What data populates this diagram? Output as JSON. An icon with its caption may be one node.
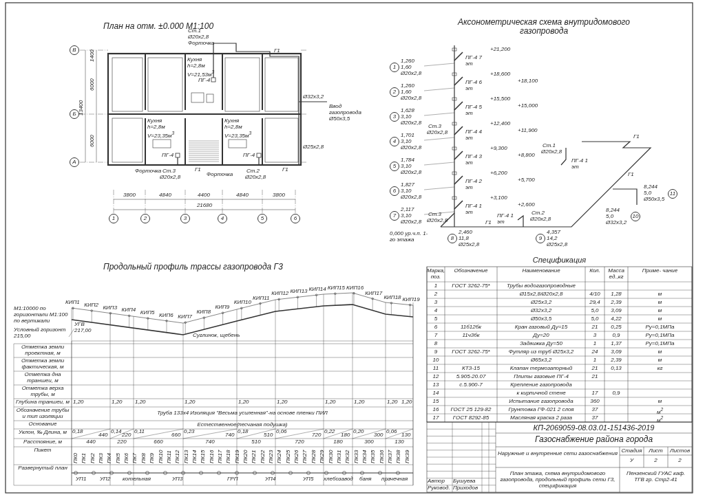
{
  "diagram": {
    "labels": [
      "План на отм. ±0.000 М1:100",
      "Ст.1",
      "Ø20x2,8",
      "Форточка",
      "Кухня h=2,8м V=21,53м$^{3}$",
      "ПГ-4",
      "Ø32x3,2",
      "Ввод газопровода Ø50x3,5",
      "Ø25x2,8",
      "Кухня h=2,8м V=23,35м$^{3}$",
      "ПГ-4",
      "Кухня h=2,8м V=23,35м$^{3}$",
      "ПГ-4",
      "Форточка",
      "Ст.3",
      "Ø20x2,8",
      "Форточка",
      "Ст.2",
      "Ø20x2,8",
      "Г1",
      "Г1",
      "Г1",
      "В",
      "Б",
      "А",
      "1",
      "2",
      "3",
      "4",
      "5",
      "6",
      "1400",
      "6000",
      "6000",
      "13400",
      "3800",
      "4840",
      "4400",
      "4840",
      "3800",
      "21680",
      "Аксонометрическая схема внутридомового газопровода",
      "+21,200",
      "+18,600",
      "+18,100",
      "+15,500",
      "+15,000",
      "+12,400",
      "+11,900",
      "+9,300",
      "+8,800",
      "+6,200",
      "+5,700",
      "+3,100",
      "+2,600",
      "ПГ-4 7 эт",
      "ПГ-4 6 эт",
      "ПГ-4 5 эт",
      "ПГ-4 4 эт",
      "ПГ-4 3 эт",
      "ПГ-4 2 эт",
      "ПГ-4 1 эт",
      "1",
      "1,260",
      "1,60",
      "Ø20x2,8",
      "2",
      "1,260",
      "1,60",
      "Ø20x2,8",
      "3",
      "1,628",
      "3,10",
      "Ø20x2,8",
      "4",
      "1,701",
      "3,10",
      "Ø20x2,8",
      "5",
      "1,784",
      "3,10",
      "Ø20x2,8",
      "6",
      "1,827",
      "3,10",
      "Ø20x2,8",
      "7",
      "2,117",
      "3,10",
      "Ø20x2,8",
      "Ст.3",
      "Ø20x2,8",
      "Ст.3",
      "Ø20x2,8",
      "8",
      "2,460",
      "11,8",
      "Ø25x2,8",
      "9",
      "4,357",
      "14,2",
      "Ø25x2,8",
      "10",
      "8,244",
      "5,0",
      "Ø32x3,2",
      "8,244",
      "5,0",
      "Ø50x3,5",
      "11",
      "Ст.1",
      "Ø20x2,8",
      "ПГ-4 1 эт",
      "Ст.2",
      "Ø20x2,8",
      "ПГ-4 1 эт",
      "Г1",
      "Г1",
      "Г1",
      "0,000 ур.ч.п. 1-го этажа",
      "Продольный профиль трассы газопровода Г3",
      "КИП1",
      "КИП2",
      "КИП3",
      "КИП4",
      "КИП5",
      "КИП6",
      "КИП7",
      "КИП8",
      "КИП9",
      "КИП10",
      "КИП11",
      "КИП12",
      "КИП13",
      "КИП14",
      "КИП15",
      "КИП16",
      "КИП17",
      "КИП18",
      "КИП19",
      "М1:10000 по горизонтали М1:100 по вертикали",
      "УГВ",
      "217,00",
      "Суглинок, щебень",
      "Условный горизонт 215,00",
      "Отметка земли проектная, м",
      "Отметка земли фактическая, м",
      "Отметка дна траншеи, м",
      "Отметка верха трубы, м",
      "Глубина траншеи, м",
      "Обозначение трубы и тип изоляции",
      "Основание",
      "Уклон, ‰ Длина, м",
      "Расстояние, м",
      "Пикет",
      "Развернутый план",
      "Труба 133х4 Изоляция \"Весьма усиленная\"-на основе пленки ПИЛ",
      "Естественное(песчаная подушка)",
      "0,18",
      "440",
      "0,14",
      "220",
      "0,11",
      "660",
      "0,23",
      "740",
      "0,18",
      "510",
      "0,06",
      "720",
      "0,22",
      "180",
      "0,20",
      "300",
      "0,06",
      "130",
      "440",
      "220",
      "660",
      "740",
      "510",
      "720",
      "180",
      "300",
      "130",
      "1,20",
      "1,20",
      "1,20",
      "1,20",
      "1,20",
      "1,20",
      "1,20",
      "1,20",
      "1,20",
      "1,20",
      "ПК0",
      "ПК1",
      "ПК2",
      "ПК3",
      "ПК4",
      "ПК5",
      "ПК6",
      "ПК7",
      "ПК8",
      "ПК9",
      "ПК10",
      "ПК11",
      "ПК12",
      "ПК13",
      "ПК14",
      "ПК15",
      "ПК16",
      "ПК17",
      "ПК18",
      "ПК19",
      "ПК20",
      "ПК21",
      "ПК22",
      "ПК23",
      "ПК24",
      "ПК25",
      "ПК26",
      "ПК27",
      "ПК28",
      "ПК29",
      "ПК30",
      "ПК31",
      "ПК32",
      "ПК33",
      "ПК34",
      "ПК35",
      "ПК36",
      "ПК37",
      "ПК38",
      "ПК39",
      "УП1",
      "УП2",
      "котельная",
      "УП3",
      "ГРП",
      "УП4",
      "УП5",
      "хлебозавод",
      "баня",
      "прачечная",
      "Спецификация",
      "Марка, поз.",
      "Обозначение",
      "Наименование",
      "Кол.",
      "Масса ед.,кг",
      "Приме- чание",
      "1",
      "ГОСТ 3262-75*",
      "Трубы водогазопроводные",
      "2",
      "Ø15x2,8/Ø20x2,8",
      "4/10",
      "1,28",
      "м",
      "3",
      "Ø25x3,2",
      "29,4",
      "2,39",
      "м",
      "4",
      "Ø32x3,2",
      "5,0",
      "3,09",
      "м",
      "5",
      "Ø50x3,5",
      "5,0",
      "4,22",
      "м",
      "6",
      "11б12бк",
      "Кран газовый Ду=15",
      "21",
      "0,25",
      "Ру=0,1МПа",
      "7",
      "11ч3бк",
      "Ду=20",
      "3",
      "0,9",
      "Ру=0,1МПа",
      "8",
      "Задвижка Ду=50",
      "1",
      "1,37",
      "Ру=0,1МПа",
      "9",
      "ГОСТ 3262-75*",
      "Футляр из труб Ø25x3,2",
      "24",
      "3,09",
      "м",
      "10",
      "Ø65x3,2",
      "1",
      "2,39",
      "м",
      "11",
      "КТЗ-15",
      "Клапан термозапорный",
      "21",
      "0,13",
      "кг",
      "12",
      "5.905-20.07",
      "Плиты газовые ПГ-4",
      "21",
      "13",
      "с.5.900-7",
      "Крепление газопровода",
      "14",
      "к кирпичной стене",
      "17",
      "0,9",
      "15",
      "Испытание газопровода",
      "360",
      "м",
      "16",
      "ГОСТ 25 129-82",
      "Грунтовка ГФ-021 2 слоя",
      "37",
      "м$^{2}$",
      "17",
      "ГОСТ 8292-85",
      "Масляная краска 2 раза",
      "37",
      "м$^{2}$",
      "КП-2069059-08.03.01-151436-2019",
      "Газоснабжение района города",
      "Наружные и внутренние сети газоснабжения",
      "Стадия",
      "Лист",
      "Листов",
      "У",
      "2",
      "2",
      "План этажа, схема внутридомового газопровода, продольный профиль сети Г3, спецификация",
      "Пензенский ГУАС каф. ТГВ гр. Стр2-41",
      "Автор",
      "Бушуева",
      "Руковод.",
      "Приходов"
    ]
  }
}
